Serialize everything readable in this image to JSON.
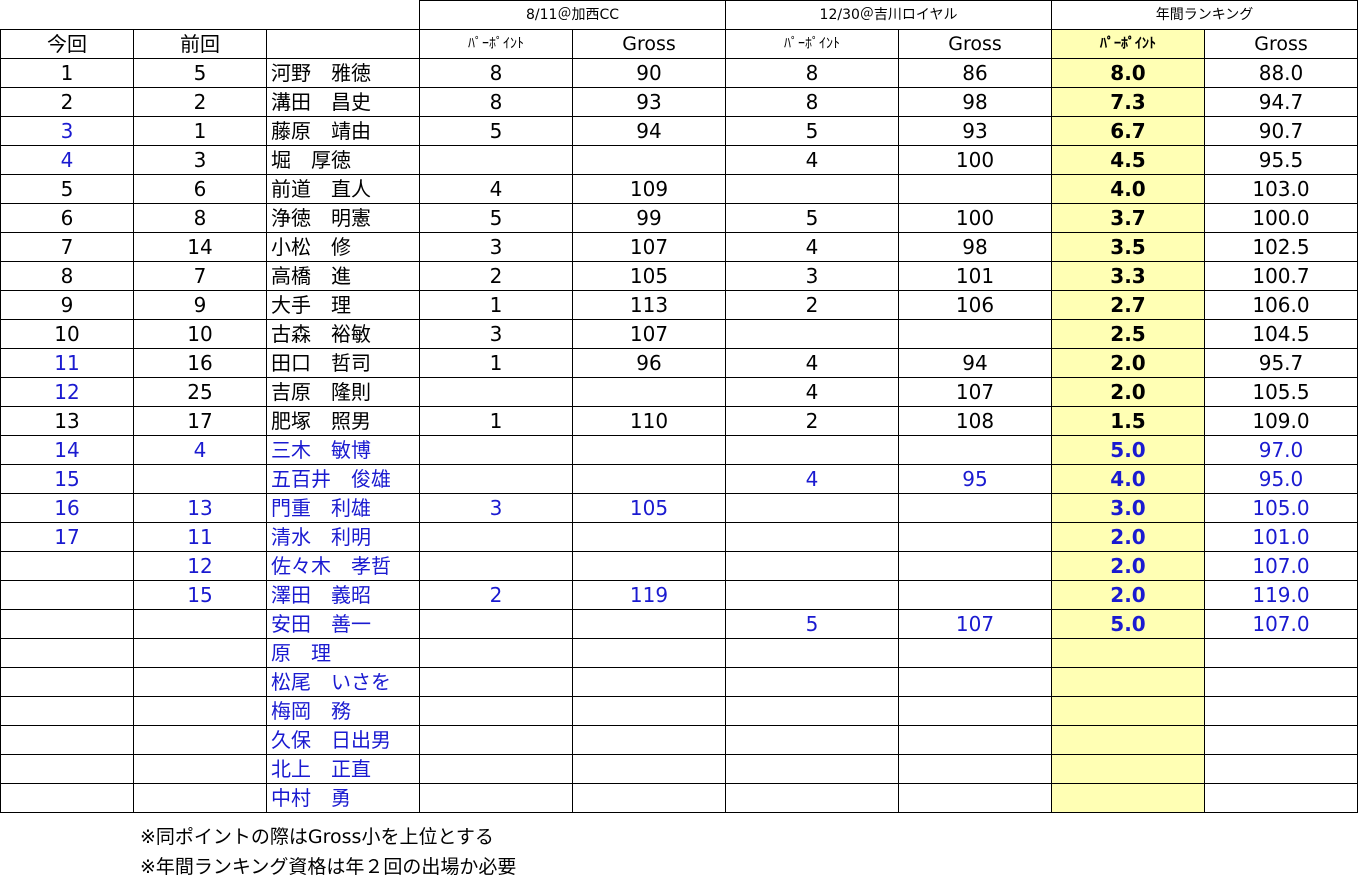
{
  "events": [
    {
      "label": "8/11＠加西CC"
    },
    {
      "label": "12/30＠吉川ロイヤル"
    },
    {
      "label": "年間ランキング"
    }
  ],
  "headers": {
    "current": "今回",
    "previous": "前回",
    "par_point": "ﾊﾟｰﾎﾟｲﾝﾄ",
    "gross": "Gross",
    "annual_par_point": "ﾊﾟｰﾎﾟｲﾝﾄ",
    "annual_gross": "Gross"
  },
  "rows": [
    {
      "cur": "1",
      "prev": "5",
      "name": "河野　雅徳",
      "p1": "8",
      "g1": "90",
      "p2": "8",
      "g2": "86",
      "ap": "8.0",
      "ag": "88.0",
      "blue": []
    },
    {
      "cur": "2",
      "prev": "2",
      "name": "溝田　昌史",
      "p1": "8",
      "g1": "93",
      "p2": "8",
      "g2": "98",
      "ap": "7.3",
      "ag": "94.7",
      "blue": []
    },
    {
      "cur": "3",
      "prev": "1",
      "name": "藤原　靖由",
      "p1": "5",
      "g1": "94",
      "p2": "5",
      "g2": "93",
      "ap": "6.7",
      "ag": "90.7",
      "blue": [
        "cur"
      ]
    },
    {
      "cur": "4",
      "prev": "3",
      "name": "堀　厚徳",
      "p1": "",
      "g1": "",
      "p2": "4",
      "g2": "100",
      "ap": "4.5",
      "ag": "95.5",
      "blue": [
        "cur"
      ]
    },
    {
      "cur": "5",
      "prev": "6",
      "name": "前道　直人",
      "p1": "4",
      "g1": "109",
      "p2": "",
      "g2": "",
      "ap": "4.0",
      "ag": "103.0",
      "blue": []
    },
    {
      "cur": "6",
      "prev": "8",
      "name": "浄徳　明憲",
      "p1": "5",
      "g1": "99",
      "p2": "5",
      "g2": "100",
      "ap": "3.7",
      "ag": "100.0",
      "blue": []
    },
    {
      "cur": "7",
      "prev": "14",
      "name": "小松　修",
      "p1": "3",
      "g1": "107",
      "p2": "4",
      "g2": "98",
      "ap": "3.5",
      "ag": "102.5",
      "blue": []
    },
    {
      "cur": "8",
      "prev": "7",
      "name": "高橋　進",
      "p1": "2",
      "g1": "105",
      "p2": "3",
      "g2": "101",
      "ap": "3.3",
      "ag": "100.7",
      "blue": []
    },
    {
      "cur": "9",
      "prev": "9",
      "name": "大手　理",
      "p1": "1",
      "g1": "113",
      "p2": "2",
      "g2": "106",
      "ap": "2.7",
      "ag": "106.0",
      "blue": [],
      "thick": true
    },
    {
      "cur": "10",
      "prev": "10",
      "name": "古森　裕敏",
      "p1": "3",
      "g1": "107",
      "p2": "",
      "g2": "",
      "ap": "2.5",
      "ag": "104.5",
      "blue": []
    },
    {
      "cur": "11",
      "prev": "16",
      "name": "田口　哲司",
      "p1": "1",
      "g1": "96",
      "p2": "4",
      "g2": "94",
      "ap": "2.0",
      "ag": "95.7",
      "blue": [
        "cur"
      ]
    },
    {
      "cur": "12",
      "prev": "25",
      "name": "吉原　隆則",
      "p1": "",
      "g1": "",
      "p2": "4",
      "g2": "107",
      "ap": "2.0",
      "ag": "105.5",
      "blue": [
        "cur"
      ]
    },
    {
      "cur": "13",
      "prev": "17",
      "name": "肥塚　照男",
      "p1": "1",
      "g1": "110",
      "p2": "2",
      "g2": "108",
      "ap": "1.5",
      "ag": "109.0",
      "blue": []
    },
    {
      "cur": "14",
      "prev": "4",
      "name": "三木　敏博",
      "p1": "",
      "g1": "",
      "p2": "",
      "g2": "",
      "ap": "5.0",
      "ag": "97.0",
      "blue": [
        "all"
      ]
    },
    {
      "cur": "15",
      "prev": "",
      "name": "五百井　俊雄",
      "p1": "",
      "g1": "",
      "p2": "4",
      "g2": "95",
      "ap": "4.0",
      "ag": "95.0",
      "blue": [
        "all"
      ]
    },
    {
      "cur": "16",
      "prev": "13",
      "name": "門重　利雄",
      "p1": "3",
      "g1": "105",
      "p2": "",
      "g2": "",
      "ap": "3.0",
      "ag": "105.0",
      "blue": [
        "all"
      ]
    },
    {
      "cur": "17",
      "prev": "11",
      "name": "清水　利明",
      "p1": "",
      "g1": "",
      "p2": "",
      "g2": "",
      "ap": "2.0",
      "ag": "101.0",
      "blue": [
        "all"
      ]
    },
    {
      "cur": "",
      "prev": "12",
      "name": "佐々木　孝哲",
      "p1": "",
      "g1": "",
      "p2": "",
      "g2": "",
      "ap": "2.0",
      "ag": "107.0",
      "blue": [
        "all"
      ]
    },
    {
      "cur": "",
      "prev": "15",
      "name": "澤田　義昭",
      "p1": "2",
      "g1": "119",
      "p2": "",
      "g2": "",
      "ap": "2.0",
      "ag": "119.0",
      "blue": [
        "all"
      ],
      "thick": true
    },
    {
      "cur": "",
      "prev": "",
      "name": "安田　善一",
      "p1": "",
      "g1": "",
      "p2": "5",
      "g2": "107",
      "ap": "5.0",
      "ag": "107.0",
      "blue": [
        "all"
      ]
    },
    {
      "cur": "",
      "prev": "",
      "name": "原　理",
      "p1": "",
      "g1": "",
      "p2": "",
      "g2": "",
      "ap": "",
      "ag": "",
      "blue": [
        "all"
      ]
    },
    {
      "cur": "",
      "prev": "",
      "name": "松尾　いさを",
      "p1": "",
      "g1": "",
      "p2": "",
      "g2": "",
      "ap": "",
      "ag": "",
      "blue": [
        "all"
      ]
    },
    {
      "cur": "",
      "prev": "",
      "name": "梅岡　務",
      "p1": "",
      "g1": "",
      "p2": "",
      "g2": "",
      "ap": "",
      "ag": "",
      "blue": [
        "all"
      ]
    },
    {
      "cur": "",
      "prev": "",
      "name": "久保　日出男",
      "p1": "",
      "g1": "",
      "p2": "",
      "g2": "",
      "ap": "",
      "ag": "",
      "blue": [
        "all"
      ]
    },
    {
      "cur": "",
      "prev": "",
      "name": "北上　正直",
      "p1": "",
      "g1": "",
      "p2": "",
      "g2": "",
      "ap": "",
      "ag": "",
      "blue": [
        "all"
      ]
    },
    {
      "cur": "",
      "prev": "",
      "name": "中村　勇",
      "p1": "",
      "g1": "",
      "p2": "",
      "g2": "",
      "ap": "",
      "ag": "",
      "blue": [
        "all"
      ]
    }
  ],
  "notes": [
    "※同ポイントの際はGross小を上位とする",
    "※年間ランキング資格は年２回の出場か必要"
  ],
  "colors": {
    "highlight": "#ffffb4",
    "blue_text": "#1a1ad0"
  }
}
